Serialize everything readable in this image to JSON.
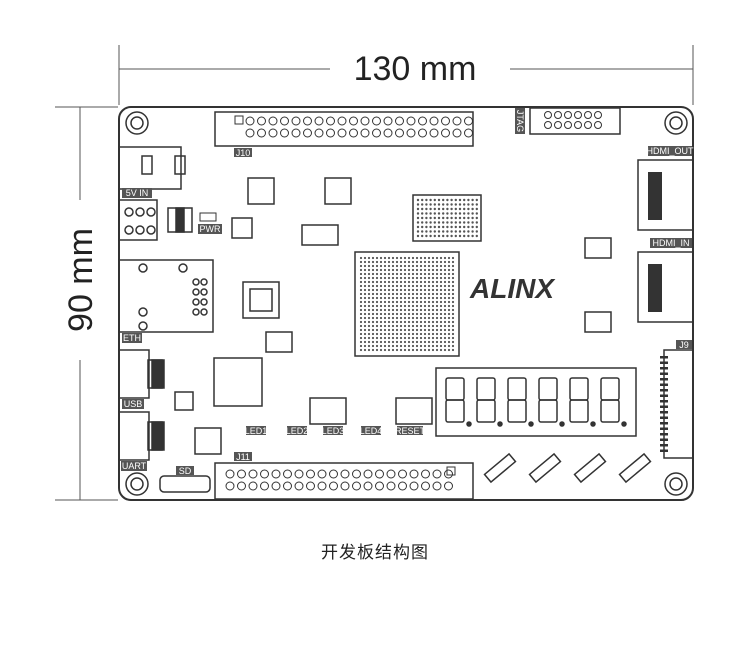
{
  "dimensions": {
    "width_label": "130 mm",
    "height_label": "90 mm"
  },
  "board": {
    "logo": "ALINX",
    "connectors": {
      "j10": "J10",
      "j11": "J11",
      "jtag": "JTAG",
      "hdmi_out": "HDMI_OUT",
      "hdmi_in": "HDMI_IN",
      "power_in": "5V IN",
      "pwr": "PWR",
      "eth": "ETH",
      "usb": "USB",
      "uart": "UART",
      "sd": "SD",
      "j9": "J9"
    },
    "leds": [
      "LED1",
      "LED2",
      "LED3",
      "LED4",
      "RESET"
    ]
  },
  "caption": "开发板结构图",
  "colors": {
    "outline": "#333333",
    "silkscreen": "#555555",
    "background": "#ffffff"
  }
}
